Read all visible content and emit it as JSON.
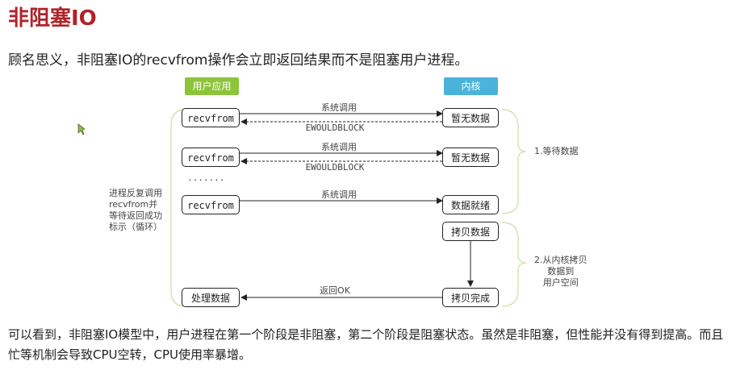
{
  "title": "非阻塞IO",
  "intro": "顾名思义，非阻塞IO的recvfrom操作会立即返回结果而不是阻塞用户进程。",
  "diagram": {
    "header_app": "用户应用",
    "header_kernel": "内核",
    "rows": [
      {
        "left": "recvfrom",
        "right": "暂无数据",
        "call": "系统调用",
        "ret": "EWOULDBLOCK"
      },
      {
        "left": "recvfrom",
        "right": "暂无数据",
        "call": "系统调用",
        "ret": "EWOULDBLOCK"
      },
      {
        "left": "recvfrom",
        "right": "数据就绪",
        "call": "系统调用"
      }
    ],
    "ellipsis": ".......",
    "copy_box": "拷贝数据",
    "copy_done": "拷贝完成",
    "process_box": "处理数据",
    "return_ok": "返回OK",
    "left_note": [
      "进程反复调用",
      "recvfrom并",
      "等待返回成功",
      "标示（循环）"
    ],
    "phase1": "1.等待数据",
    "phase2": [
      "2.从内核拷贝",
      "数据到",
      "用户空间"
    ]
  },
  "summary": "可以看到，非阻塞IO模型中，用户进程在第一个阶段是非阻塞，第二个阶段是阻塞状态。虽然是非阻塞，但性能并没有得到提高。而且忙等机制会导致CPU空转，CPU使用率暴增。",
  "colors": {
    "title": "#b0232a",
    "app_header": "#8cc43a",
    "kernel_header": "#4ab3d9",
    "bracket": "#cde8b0"
  }
}
